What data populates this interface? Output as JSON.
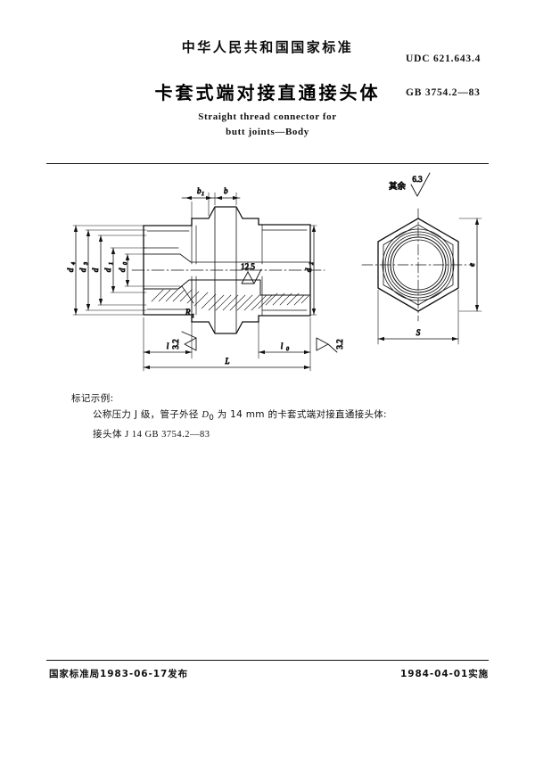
{
  "header": {
    "nation_line": "中华人民共和国国家标准",
    "title_cn": "卡套式端对接直通接头体",
    "title_en_line1": "Straight thread connector for",
    "title_en_line2": "butt joints—Body",
    "udc": "UDC  621.643.4",
    "standard_no": "GB  3754.2—83"
  },
  "drawing": {
    "surface_note_label": "其余",
    "surface_note_value": "6.3",
    "roughness_bore": "12.5",
    "roughness_face_left": "3.2",
    "roughness_face_right": "3.2",
    "radius_label": "R",
    "radius_sub": "1",
    "length_labels": [
      {
        "base": "l",
        "sub": ""
      },
      {
        "base": "l",
        "sub": "0"
      },
      {
        "base": "L",
        "sub": ""
      }
    ],
    "chamfer_labels": [
      {
        "base": "b",
        "sub": "1"
      },
      {
        "base": "b",
        "sub": ""
      }
    ],
    "diameter_labels": [
      {
        "base": "d",
        "sub": "4"
      },
      {
        "base": "d",
        "sub": "3"
      },
      {
        "base": "d",
        "sub": ""
      },
      {
        "base": "d",
        "sub": "1"
      },
      {
        "base": "d",
        "sub": "0"
      },
      {
        "base": "d",
        "sub": "2"
      }
    ],
    "hex_width_label": "S",
    "hex_across_corners_label": "e"
  },
  "marking": {
    "heading": "标记示例:",
    "line_a_part1": "公称压力 J 级，管子外径 ",
    "line_a_symbol": "D",
    "line_a_symbol_sub": "0",
    "line_a_part2": " 为 14 mm 的卡套式端对接直通接头体:",
    "line_b": "接头体   J 14   GB  3754.2—83"
  },
  "footer": {
    "issue": "国家标准局1983-06-17发布",
    "effective": "1984-04-01实施"
  }
}
